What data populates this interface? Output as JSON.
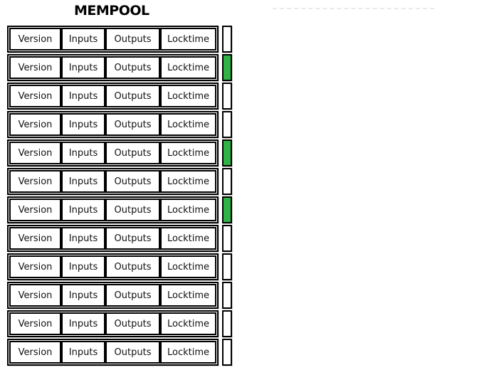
{
  "title": "MEMPOOL",
  "transaction_fields": [
    "Version",
    "Inputs",
    "Outputs",
    "Locktime"
  ],
  "rows": [
    {
      "highlighted": false
    },
    {
      "highlighted": true
    },
    {
      "highlighted": false
    },
    {
      "highlighted": false
    },
    {
      "highlighted": true
    },
    {
      "highlighted": false
    },
    {
      "highlighted": true
    },
    {
      "highlighted": false
    },
    {
      "highlighted": false
    },
    {
      "highlighted": false
    },
    {
      "highlighted": false
    },
    {
      "highlighted": false
    }
  ],
  "colors": {
    "highlight_green": "#2fb346",
    "pending_white": "#ffffff",
    "box_border": "#000000",
    "dashed_line": "#e9e9e9"
  }
}
